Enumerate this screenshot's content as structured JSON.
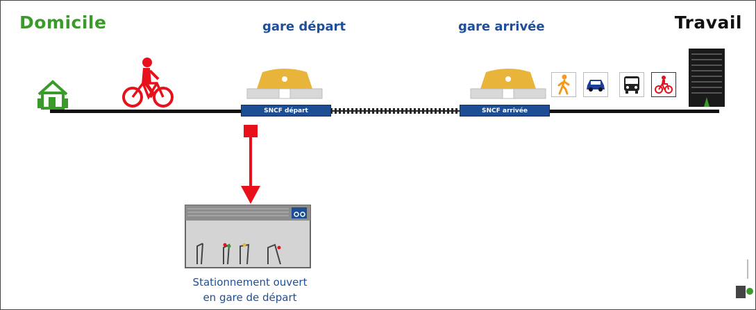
{
  "labels": {
    "home": "Domicile",
    "work": "Travail",
    "departure_station": "gare départ",
    "arrival_station": "gare arrivée"
  },
  "stations": {
    "departure_bar": "SNCF départ",
    "arrival_bar": "SNCF arrivée"
  },
  "parking": {
    "caption_line1": "Stationnement ouvert",
    "caption_line2": "en gare de départ"
  },
  "icons": {
    "home": "house-icon",
    "bike": "cyclist-icon",
    "station": "station-building-icon",
    "walk": "pedestrian-icon",
    "car": "car-icon",
    "bus": "bus-icon",
    "bike_mode": "bicycle-mode-icon",
    "work": "office-building-icon",
    "parking": "bike-parking-icon",
    "arrow": "down-arrow-icon",
    "logo": "logo-icon"
  },
  "colors": {
    "home_green": "#3a9a2a",
    "bike_red": "#e8101a",
    "station_yellow": "#e8b53a",
    "sncf_blue": "#1d4e93",
    "walk_orange": "#f39a1c",
    "car_blue": "#1d3d9a"
  }
}
